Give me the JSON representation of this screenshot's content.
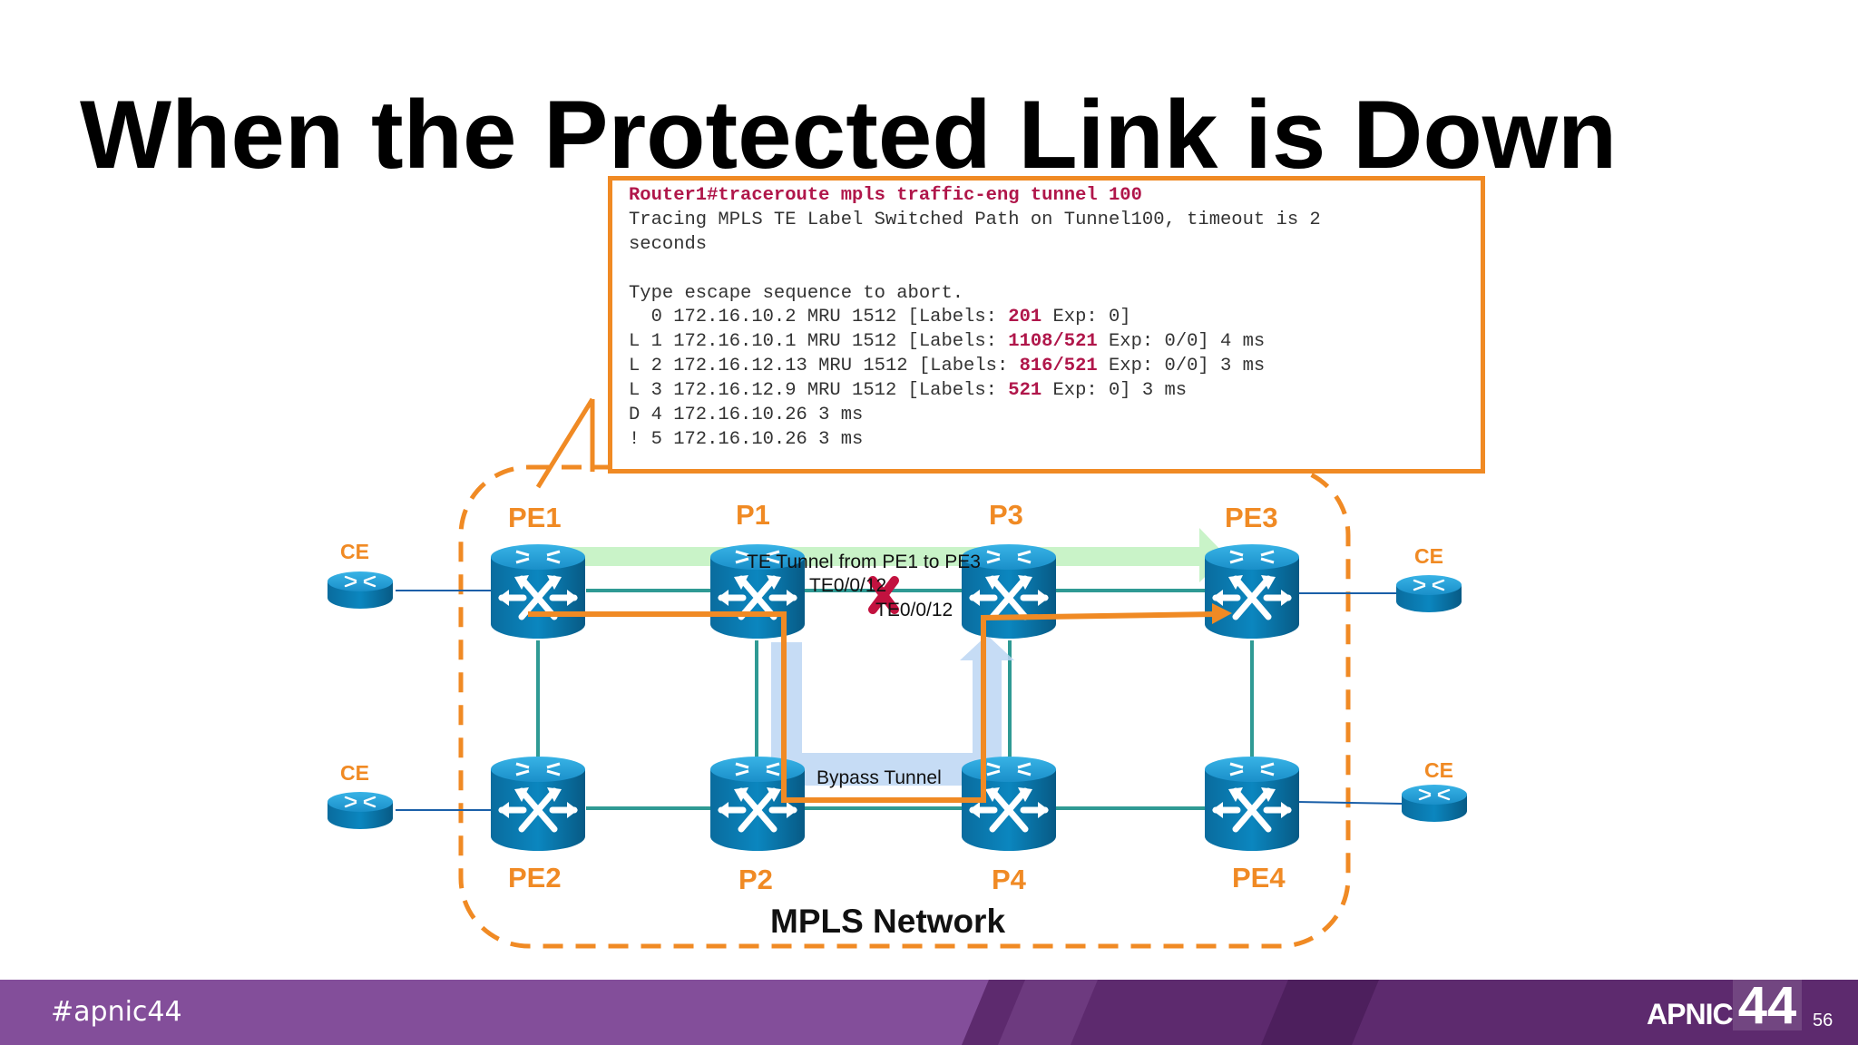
{
  "slide": {
    "title": "When the Protected Link is Down",
    "number": "56"
  },
  "terminal": {
    "command": "Router1#traceroute mpls traffic-eng tunnel 100",
    "lines": {
      "l1": "Tracing MPLS TE Label Switched Path on Tunnel100, timeout is 2",
      "l2": "seconds",
      "l3": "Type escape sequence to abort.",
      "h0": {
        "prefix": "  0 172.16.10.2 MRU 1512 [Labels: ",
        "label": "201",
        "suffix": " Exp: 0]"
      },
      "h1": {
        "prefix": "L 1 172.16.10.1 MRU 1512 [Labels: ",
        "label": "1108/521",
        "suffix": " Exp: 0/0] 4 ms"
      },
      "h2": {
        "prefix": "L 2 172.16.12.13 MRU 1512 [Labels: ",
        "label": "816/521",
        "suffix": " Exp: 0/0] 3 ms"
      },
      "h3": {
        "prefix": "L 3 172.16.12.9 MRU 1512 [Labels: ",
        "label": "521",
        "suffix": " Exp: 0] 3 ms"
      },
      "h4": "D 4 172.16.10.26 3 ms",
      "h5": "! 5 172.16.10.26 3 ms"
    }
  },
  "diagram": {
    "network_label": "MPLS Network",
    "routers": {
      "pe1": "PE1",
      "p1": "P1",
      "p3": "P3",
      "pe3": "PE3",
      "pe2": "PE2",
      "p2": "P2",
      "p4": "P4",
      "pe4": "PE4"
    },
    "ce": {
      "tl": "CE",
      "bl": "CE",
      "tr": "CE",
      "br": "CE"
    },
    "te_tunnel_label": "TE Tunnel from PE1 to PE3",
    "interface_a": "TE0/0/12",
    "interface_b": "TE0/0/12",
    "bypass_label": "Bypass Tunnel"
  },
  "footer": {
    "hashtag": "#apnic44",
    "brand": "APNIC",
    "event_number": "44"
  },
  "colors": {
    "orange": "#f08a24",
    "label_red": "#b0164a",
    "router_blue": "#0b7fb5",
    "link_teal": "#2f9a94",
    "footer_purple": "#7d4b96"
  }
}
